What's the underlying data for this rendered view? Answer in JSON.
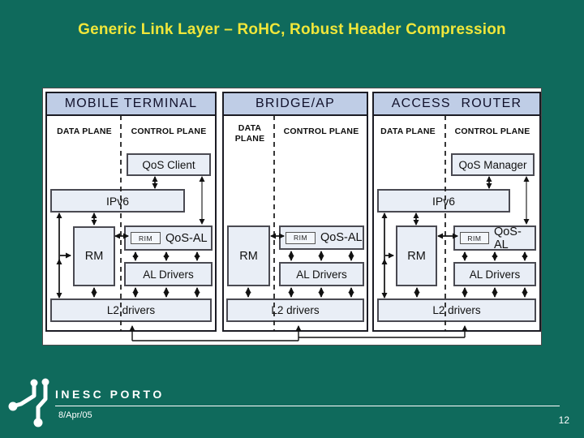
{
  "colors": {
    "background": "#0F6A5C",
    "title": "#F0E63A",
    "header_fill": "#BFCDE6",
    "box_fill": "#E9EEF6",
    "box_border": "#4A4A52",
    "text_dark": "#10102A",
    "footer_text": "#FFFFFF"
  },
  "slide": {
    "title": "Generic Link Layer – RoHC, Robust Header Compression"
  },
  "diagram": {
    "columns": [
      {
        "title": "MOBILE TERMINAL",
        "data_plane_label": "DATA PLANE",
        "control_plane_label": "CONTROL PLANE",
        "boxes": {
          "qos": "QoS Client",
          "ipv6": "IPv6",
          "rm": "RM",
          "rim": "RIM",
          "qos_al": "QoS-AL",
          "al_drivers": "AL Drivers",
          "l2_drivers": "L2 drivers"
        }
      },
      {
        "title": "BRIDGE/AP",
        "data_plane_label": "DATA PLANE",
        "control_plane_label": "CONTROL PLANE",
        "boxes": {
          "rm": "RM",
          "rim": "RIM",
          "qos_al": "QoS-AL",
          "al_drivers": "AL Drivers",
          "l2_drivers": "L2 drivers"
        }
      },
      {
        "title": "ACCESS ROUTER",
        "data_plane_label": "DATA PLANE",
        "control_plane_label": "CONTROL PLANE",
        "boxes": {
          "qos": "QoS Manager",
          "ipv6": "IPv6",
          "rm": "RM",
          "rim": "RIM",
          "qos_al": "QoS-AL",
          "al_drivers": "AL Drivers",
          "l2_drivers": "L2 drivers"
        }
      }
    ]
  },
  "footer": {
    "organization": "INESC PORTO",
    "date": "8/Apr/05",
    "page_number": "12"
  }
}
